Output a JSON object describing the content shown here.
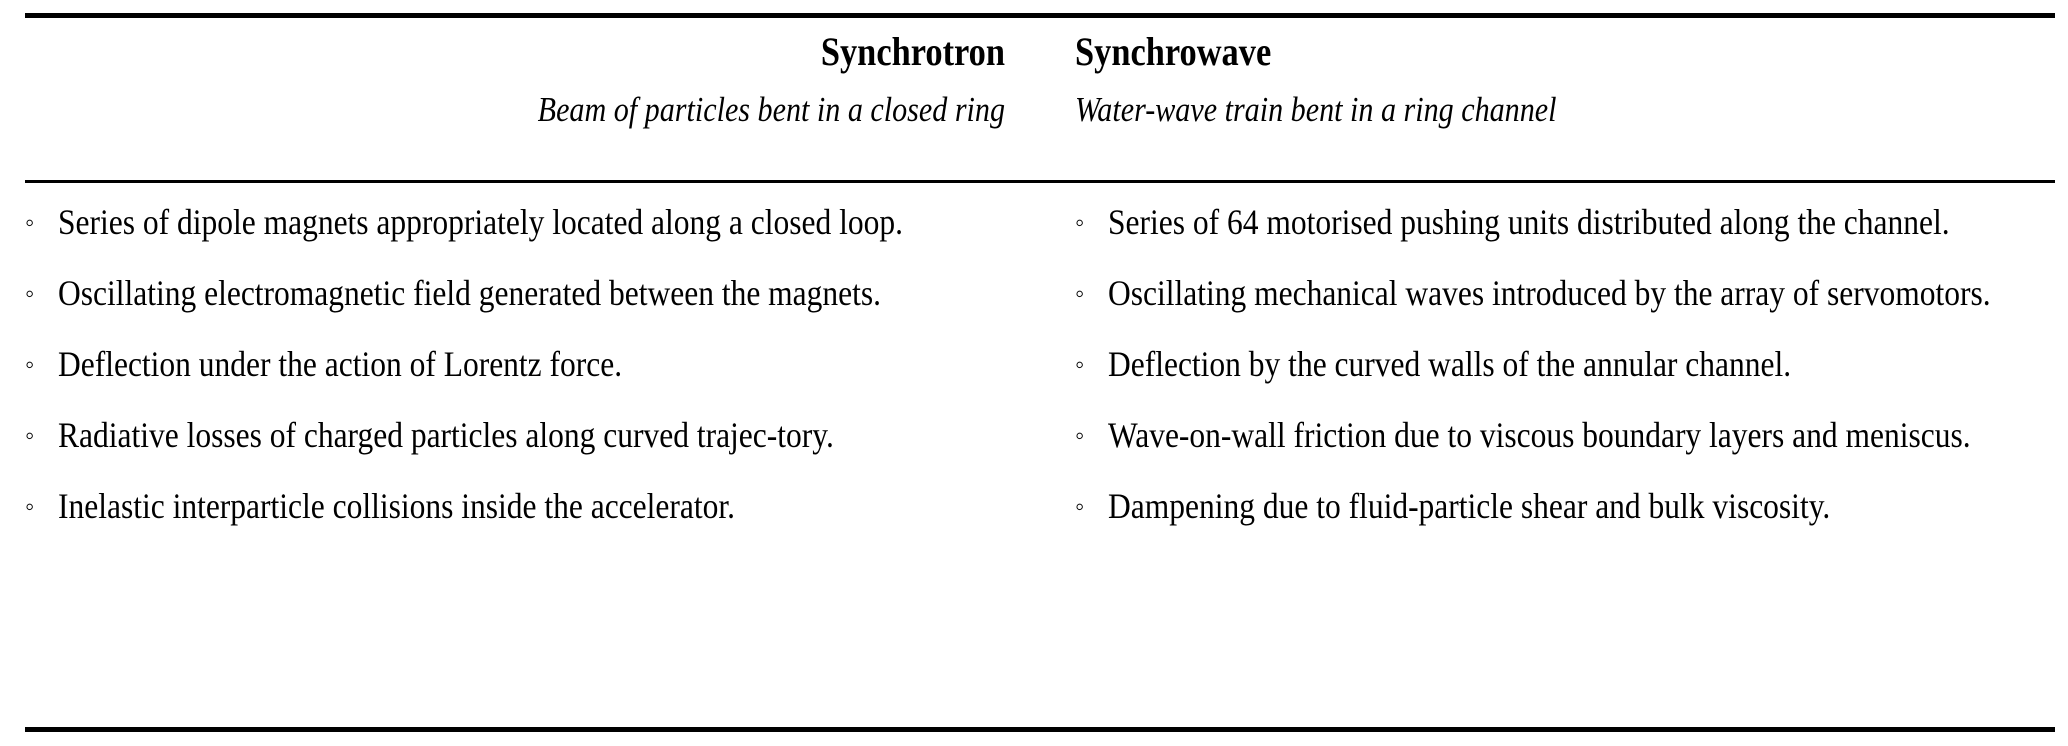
{
  "table": {
    "style": "booktabs",
    "rules": {
      "top": "thick",
      "middle": "thin",
      "bottom": "thick"
    },
    "bullet_glyph": "◦",
    "columns": [
      {
        "id": "synchrotron",
        "title": "Synchrotron",
        "subtitle": "Beam of particles bent in a closed ring",
        "align": "right",
        "items": [
          "Series of dipole magnets appropriately located along a closed loop.",
          "Oscillating electromagnetic field generated between the magnets.",
          "Deflection under the action of Lorentz force.",
          "Radiative losses of charged particles along curved trajec-tory.",
          "Inelastic interparticle collisions inside the accelerator."
        ]
      },
      {
        "id": "synchrowave",
        "title": "Synchrowave",
        "subtitle": "Water-wave train bent in a ring channel",
        "align": "left",
        "items": [
          "Series of 64 motorised pushing units distributed along the channel.",
          "Oscillating mechanical waves introduced by the array of servomotors.",
          "Deflection by the curved walls of the annular channel.",
          "Wave-on-wall friction due to viscous boundary layers and meniscus.",
          "Dampening due to fluid-particle shear and bulk viscosity."
        ]
      }
    ]
  },
  "colors": {
    "text": "#000000",
    "rule": "#000000",
    "background": "#ffffff"
  }
}
